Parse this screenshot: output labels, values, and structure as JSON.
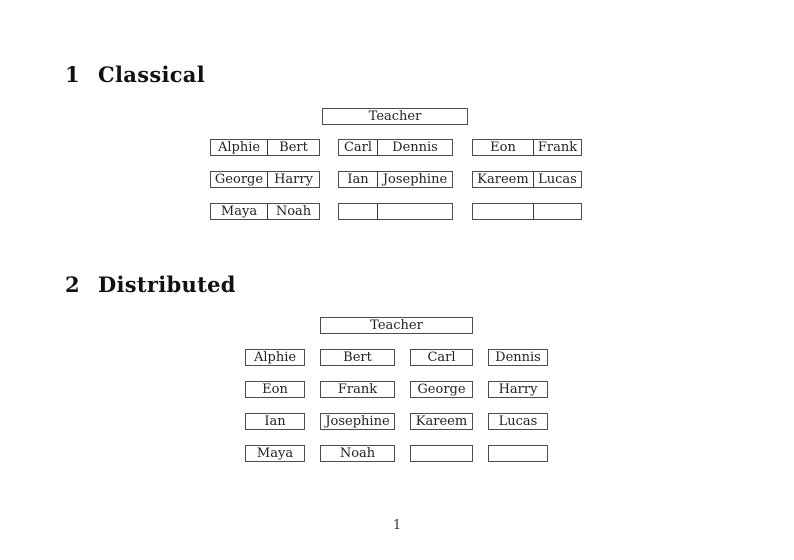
{
  "page_number": "1",
  "sections": [
    {
      "heading_number": "1",
      "heading_label": "Classical",
      "teacher_label": "Teacher",
      "desk_rows": [
        [
          [
            "Alphie",
            "Bert"
          ],
          [
            "Carl",
            "Dennis"
          ],
          [
            "Eon",
            "Frank"
          ]
        ],
        [
          [
            "George",
            "Harry"
          ],
          [
            "Ian",
            "Josephine"
          ],
          [
            "Kareem",
            "Lucas"
          ]
        ],
        [
          [
            "Maya",
            "Noah"
          ],
          [
            "",
            ""
          ],
          [
            "",
            ""
          ]
        ]
      ]
    },
    {
      "heading_number": "2",
      "heading_label": "Distributed",
      "teacher_label": "Teacher",
      "desk_rows": [
        [
          "Alphie",
          "Bert",
          "Carl",
          "Dennis"
        ],
        [
          "Eon",
          "Frank",
          "George",
          "Harry"
        ],
        [
          "Ian",
          "Josephine",
          "Kareem",
          "Lucas"
        ],
        [
          "Maya",
          "Noah",
          "",
          ""
        ]
      ]
    }
  ]
}
